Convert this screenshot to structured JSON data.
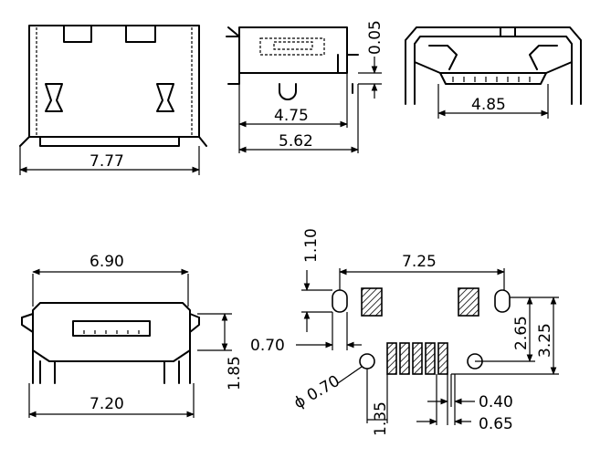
{
  "dimensions": {
    "front_width": "7.77",
    "side_offset": "0.05",
    "side_body": "4.75",
    "side_total": "5.62",
    "rear_width": "4.85",
    "bottom_top_width": "6.90",
    "bottom_width": "7.20",
    "bottom_height": "1.85",
    "pcb_width": "7.25",
    "pcb_v1": "1.10",
    "pcb_h1": "0.70",
    "pcb_hole": "ϕ 0.70",
    "pcb_v2": "2.65",
    "pcb_v3": "3.25",
    "pcb_pitch": "1.35",
    "pcb_pad_width": "0.40",
    "pcb_pad_pitch": "0.65"
  }
}
